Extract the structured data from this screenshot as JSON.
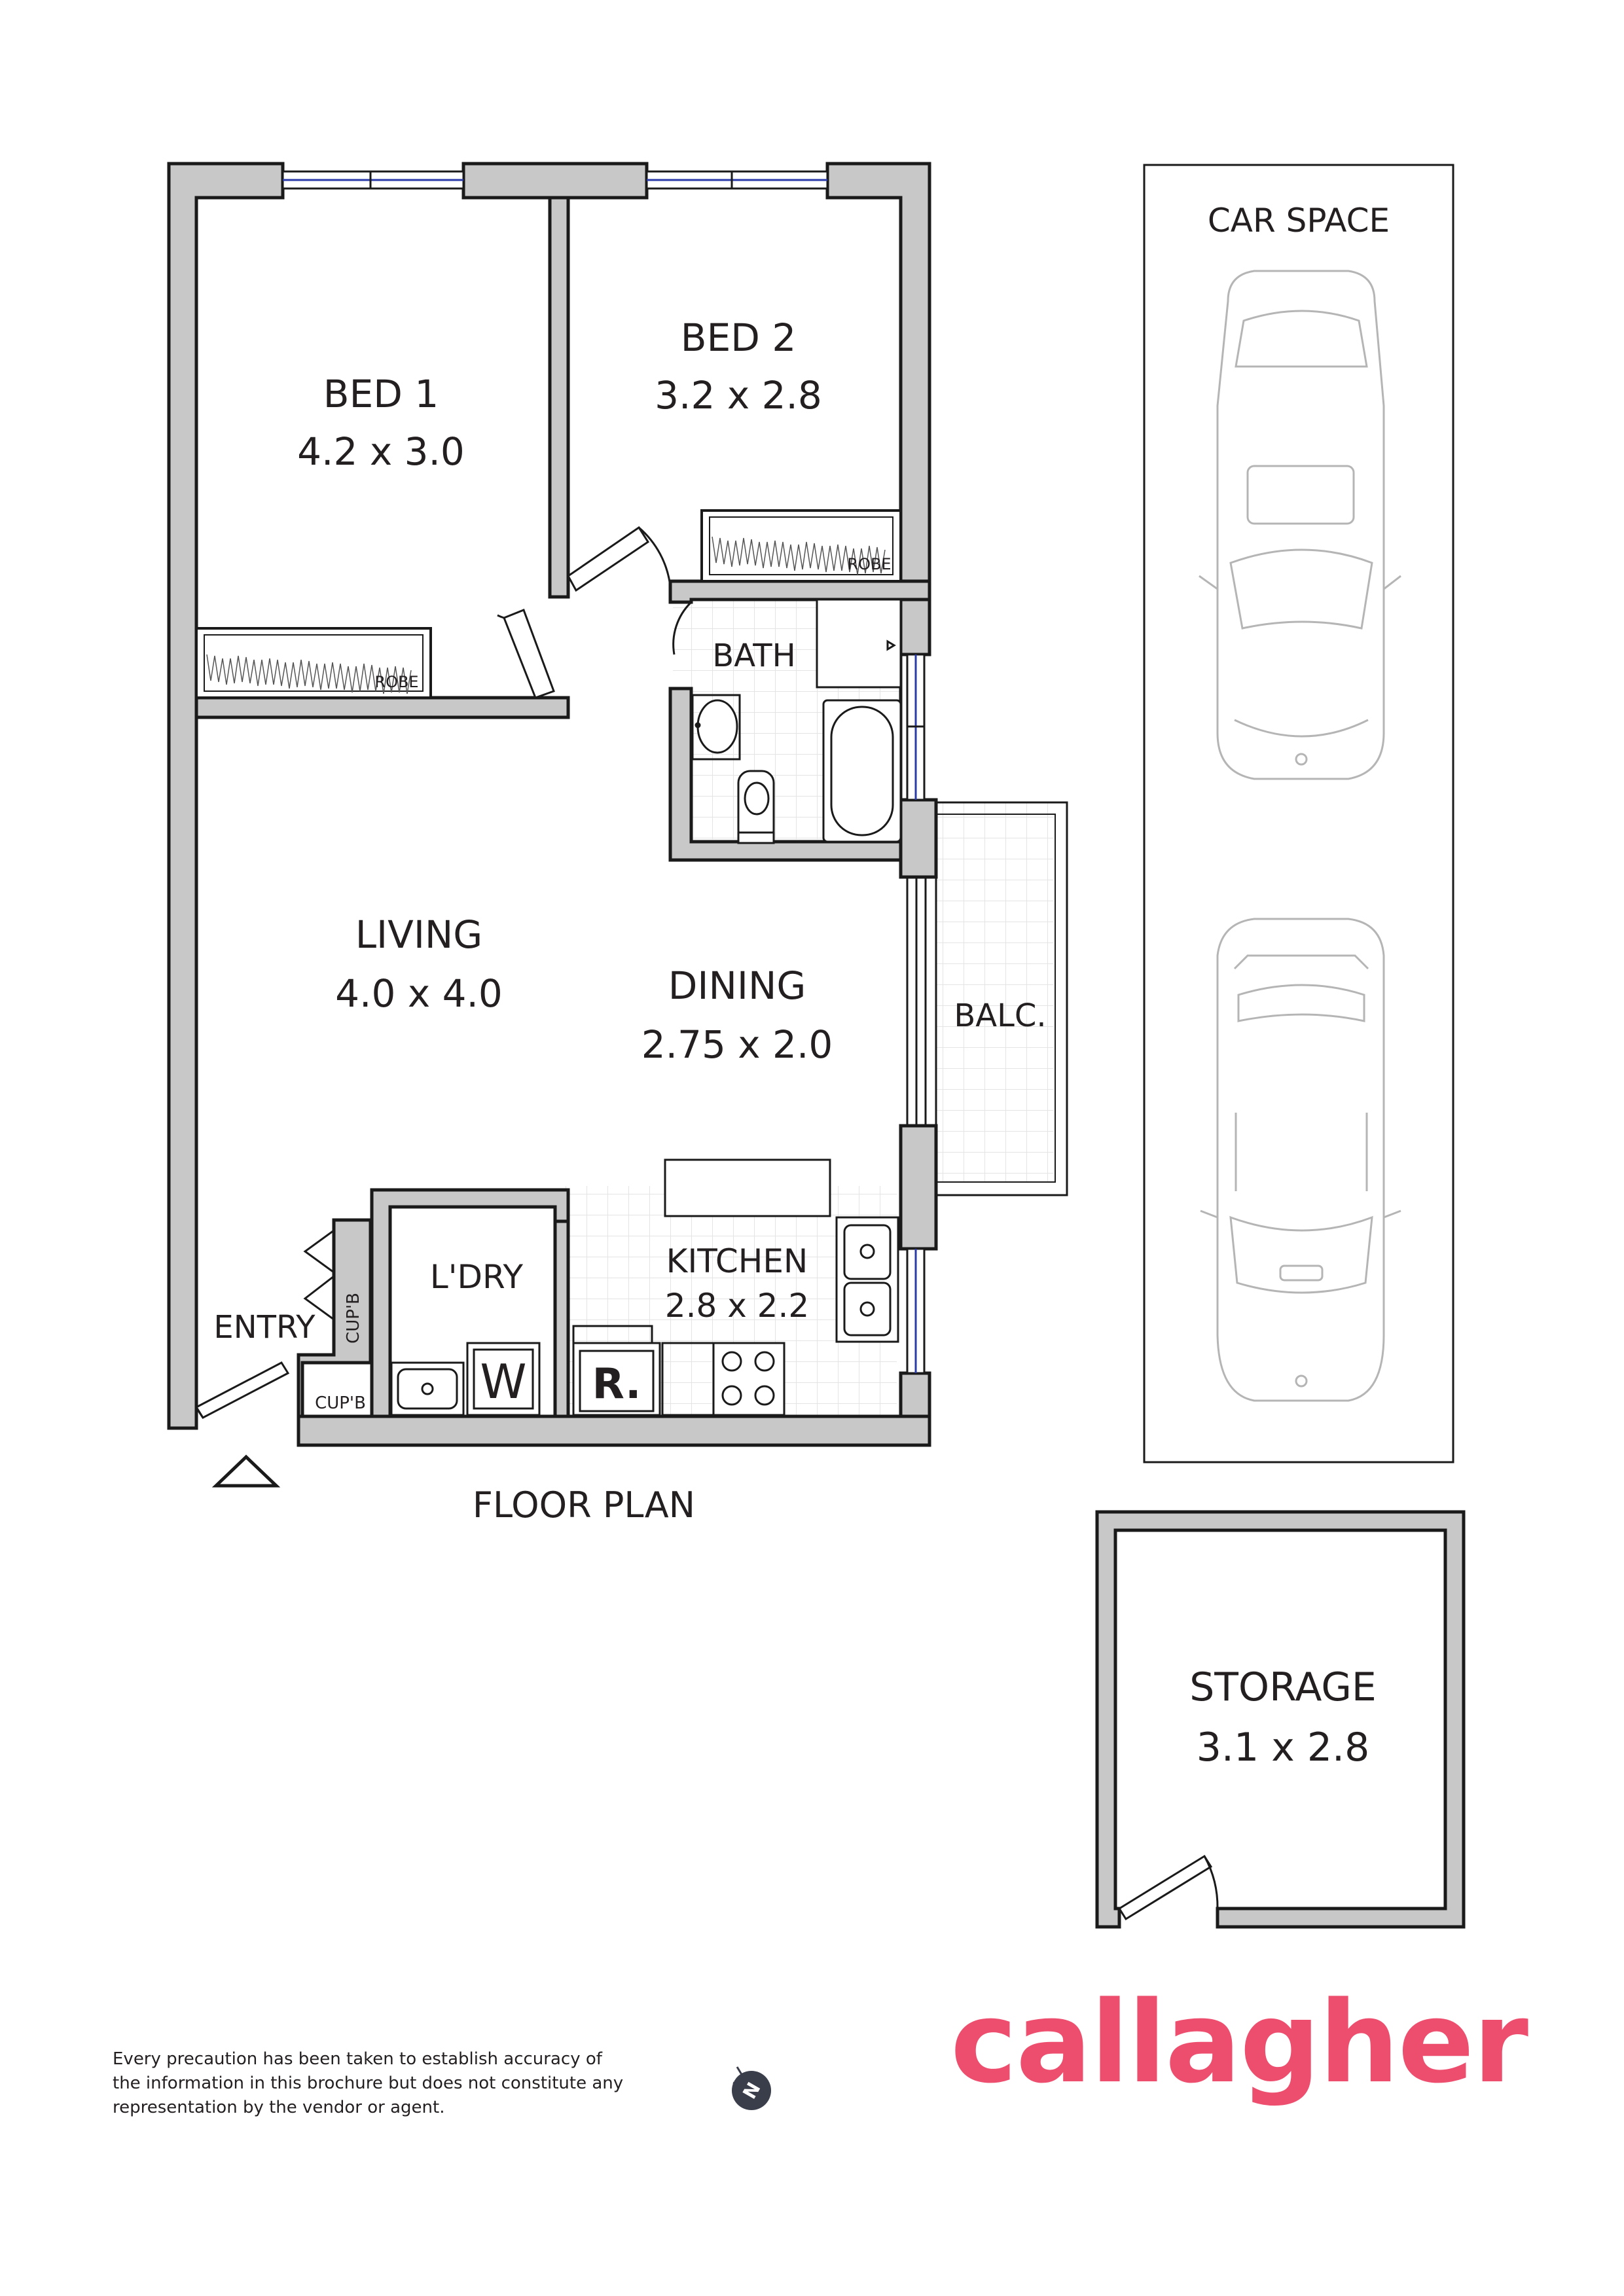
{
  "rooms": {
    "bed1": {
      "name": "BED 1",
      "size": "4.2 x 3.0"
    },
    "bed2": {
      "name": "BED 2",
      "size": "3.2 x 2.8"
    },
    "bath": {
      "name": "BATH"
    },
    "living": {
      "name": "LIVING",
      "size": "4.0 x 4.0"
    },
    "dining": {
      "name": "DINING",
      "size": "2.75 x 2.0"
    },
    "balcony": {
      "name": "BALC."
    },
    "laundry": {
      "name": "L'DRY"
    },
    "kitchen": {
      "name": "KITCHEN",
      "size": "2.8 x 2.2"
    },
    "entry": {
      "name": "ENTRY"
    },
    "storage": {
      "name": "STORAGE",
      "size": "3.1 x 2.8"
    }
  },
  "fixtures": {
    "robe_bed1": "ROBE",
    "robe_bed2": "ROBE",
    "cupboard_upper": "CUP'B",
    "cupboard_lower": "CUP'B",
    "washer": "W",
    "fridge": "R."
  },
  "captions": {
    "floor_plan": "FLOOR PLAN",
    "car_space": "CAR SPACE"
  },
  "disclaimer": {
    "line1": "Every precaution has been taken to establish accuracy of",
    "line2": "the information in this brochure but does not constitute any",
    "line3": "representation by the vendor or agent."
  },
  "compass": {
    "letter": "N"
  },
  "brand": {
    "name": "callagher",
    "color": "#ee4e6e"
  },
  "colors": {
    "wall_fill": "#c8c8c8",
    "wall_stroke": "#1a1a1a",
    "window": "#2a3aa8",
    "car_lines": "#b5b5b5"
  }
}
